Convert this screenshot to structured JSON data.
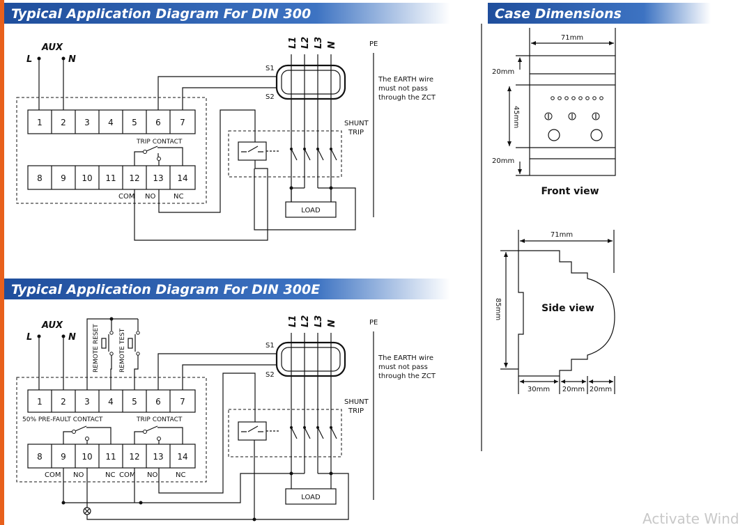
{
  "din300": {
    "title": "Typical Application Diagram For DIN 300",
    "aux": "AUX",
    "l": "L",
    "n": "N",
    "terminals_top": [
      "1",
      "2",
      "3",
      "4",
      "5",
      "6",
      "7"
    ],
    "terminals_bottom": [
      "8",
      "9",
      "10",
      "11",
      "12",
      "13",
      "14"
    ],
    "trip_contact": "TRIP CONTACT",
    "com": "COM",
    "no": "NO",
    "nc": "NC",
    "phases": [
      "L1",
      "L2",
      "L3",
      "N"
    ],
    "pe": "PE",
    "s1": "S1",
    "s2": "S2",
    "earth_note": [
      "The EARTH wire",
      "must not pass",
      "through the ZCT"
    ],
    "shunt": "SHUNT",
    "trip": "TRIP",
    "load": "LOAD"
  },
  "din300e": {
    "title": "Typical Application Diagram For DIN 300E",
    "aux": "AUX",
    "l": "L",
    "n": "N",
    "remote_reset": "REMOTE RESET",
    "remote_test": "REMOTE TEST",
    "terminals_top": [
      "1",
      "2",
      "3",
      "4",
      "5",
      "6",
      "7"
    ],
    "terminals_bottom": [
      "8",
      "9",
      "10",
      "11",
      "12",
      "13",
      "14"
    ],
    "prefault_contact": "50% PRE-FAULT CONTACT",
    "trip_contact": "TRIP CONTACT",
    "com1": "COM",
    "no1": "NO",
    "nc1": "NC",
    "com2": "COM",
    "no2": "NO",
    "nc2": "NC",
    "phases": [
      "L1",
      "L2",
      "L3",
      "N"
    ],
    "pe": "PE",
    "s1": "S1",
    "s2": "S2",
    "earth_note": [
      "The EARTH wire",
      "must not pass",
      "through the ZCT"
    ],
    "shunt": "SHUNT",
    "trip": "TRIP",
    "load": "LOAD"
  },
  "case": {
    "title": "Case Dimensions",
    "front_width": "71mm",
    "front_top": "20mm",
    "front_mid": "45mm",
    "front_bot": "20mm",
    "front_label": "Front view",
    "side_width": "71mm",
    "side_height": "85mm",
    "side_b1": "30mm",
    "side_b2": "20mm",
    "side_b3": "20mm",
    "side_label": "Side view"
  },
  "watermark": "Activate Wind",
  "colors": {
    "banner": "#1f4e9c",
    "accent": "#e8601c"
  }
}
